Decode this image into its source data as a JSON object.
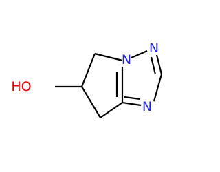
{
  "molecule": {
    "atoms": {
      "hydroxyl": {
        "label": "HO",
        "color": "#e00000"
      },
      "n_bridge": {
        "label": "N",
        "color": "#2020d8"
      },
      "n_top_right": {
        "label": "N",
        "color": "#2020d8"
      },
      "n_ring_lower": {
        "label": "N",
        "color": "#2020d8"
      }
    },
    "bond_color": "#000000"
  }
}
